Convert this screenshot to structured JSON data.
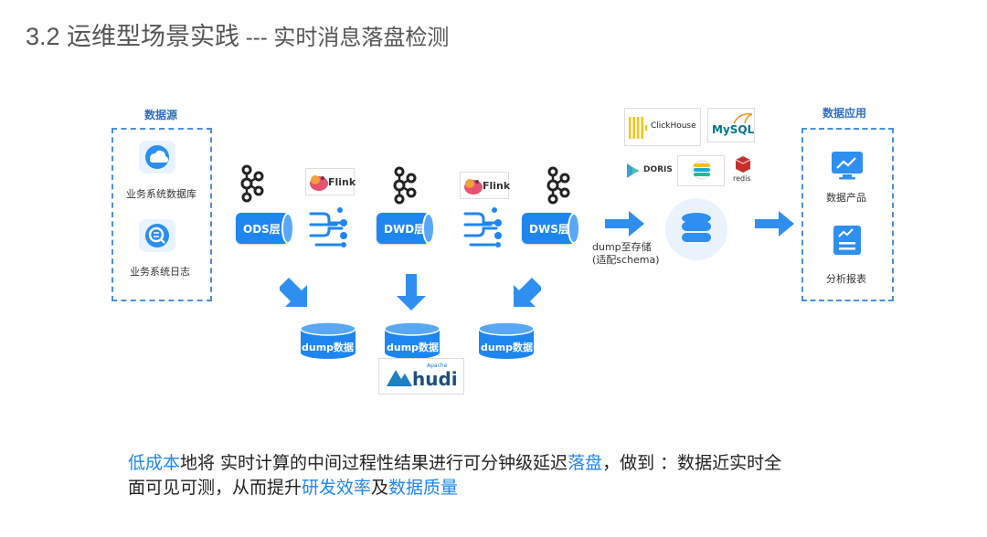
{
  "title": {
    "main": "3.2 运维型场景实践",
    "dash": " --- ",
    "sub": "实时消息落盘检测"
  },
  "source": {
    "label": "数据源",
    "items": [
      "业务系统数据库",
      "业务系统日志"
    ]
  },
  "layers": [
    "ODS层",
    "DWD层",
    "DWS层"
  ],
  "engines": {
    "flink": "Flink"
  },
  "dump": {
    "label": "dump数据",
    "store_line1": "dump至存储",
    "store_line2": "(适配schema)"
  },
  "storage": {
    "clickhouse": "ClickHouse",
    "mysql": "MySQL",
    "doris": "DORIS",
    "redis": "redis"
  },
  "hudi": {
    "name": "hudi",
    "tag": "Apache"
  },
  "app": {
    "label": "数据应用",
    "items": [
      "数据产品",
      "分析报表"
    ]
  },
  "caption": {
    "p1": "低成本",
    "p2": "地将 实时计算的中间过程性结果进行可分钟级延迟",
    "p3": "落盘",
    "p4": "，做到 ：数据近实时全面可见可测，从而提升",
    "p5": "研发效率",
    "p6": "及",
    "p7": "数据质量"
  },
  "colors": {
    "accent": "#1f86f0",
    "dash": "#4a90d9"
  }
}
